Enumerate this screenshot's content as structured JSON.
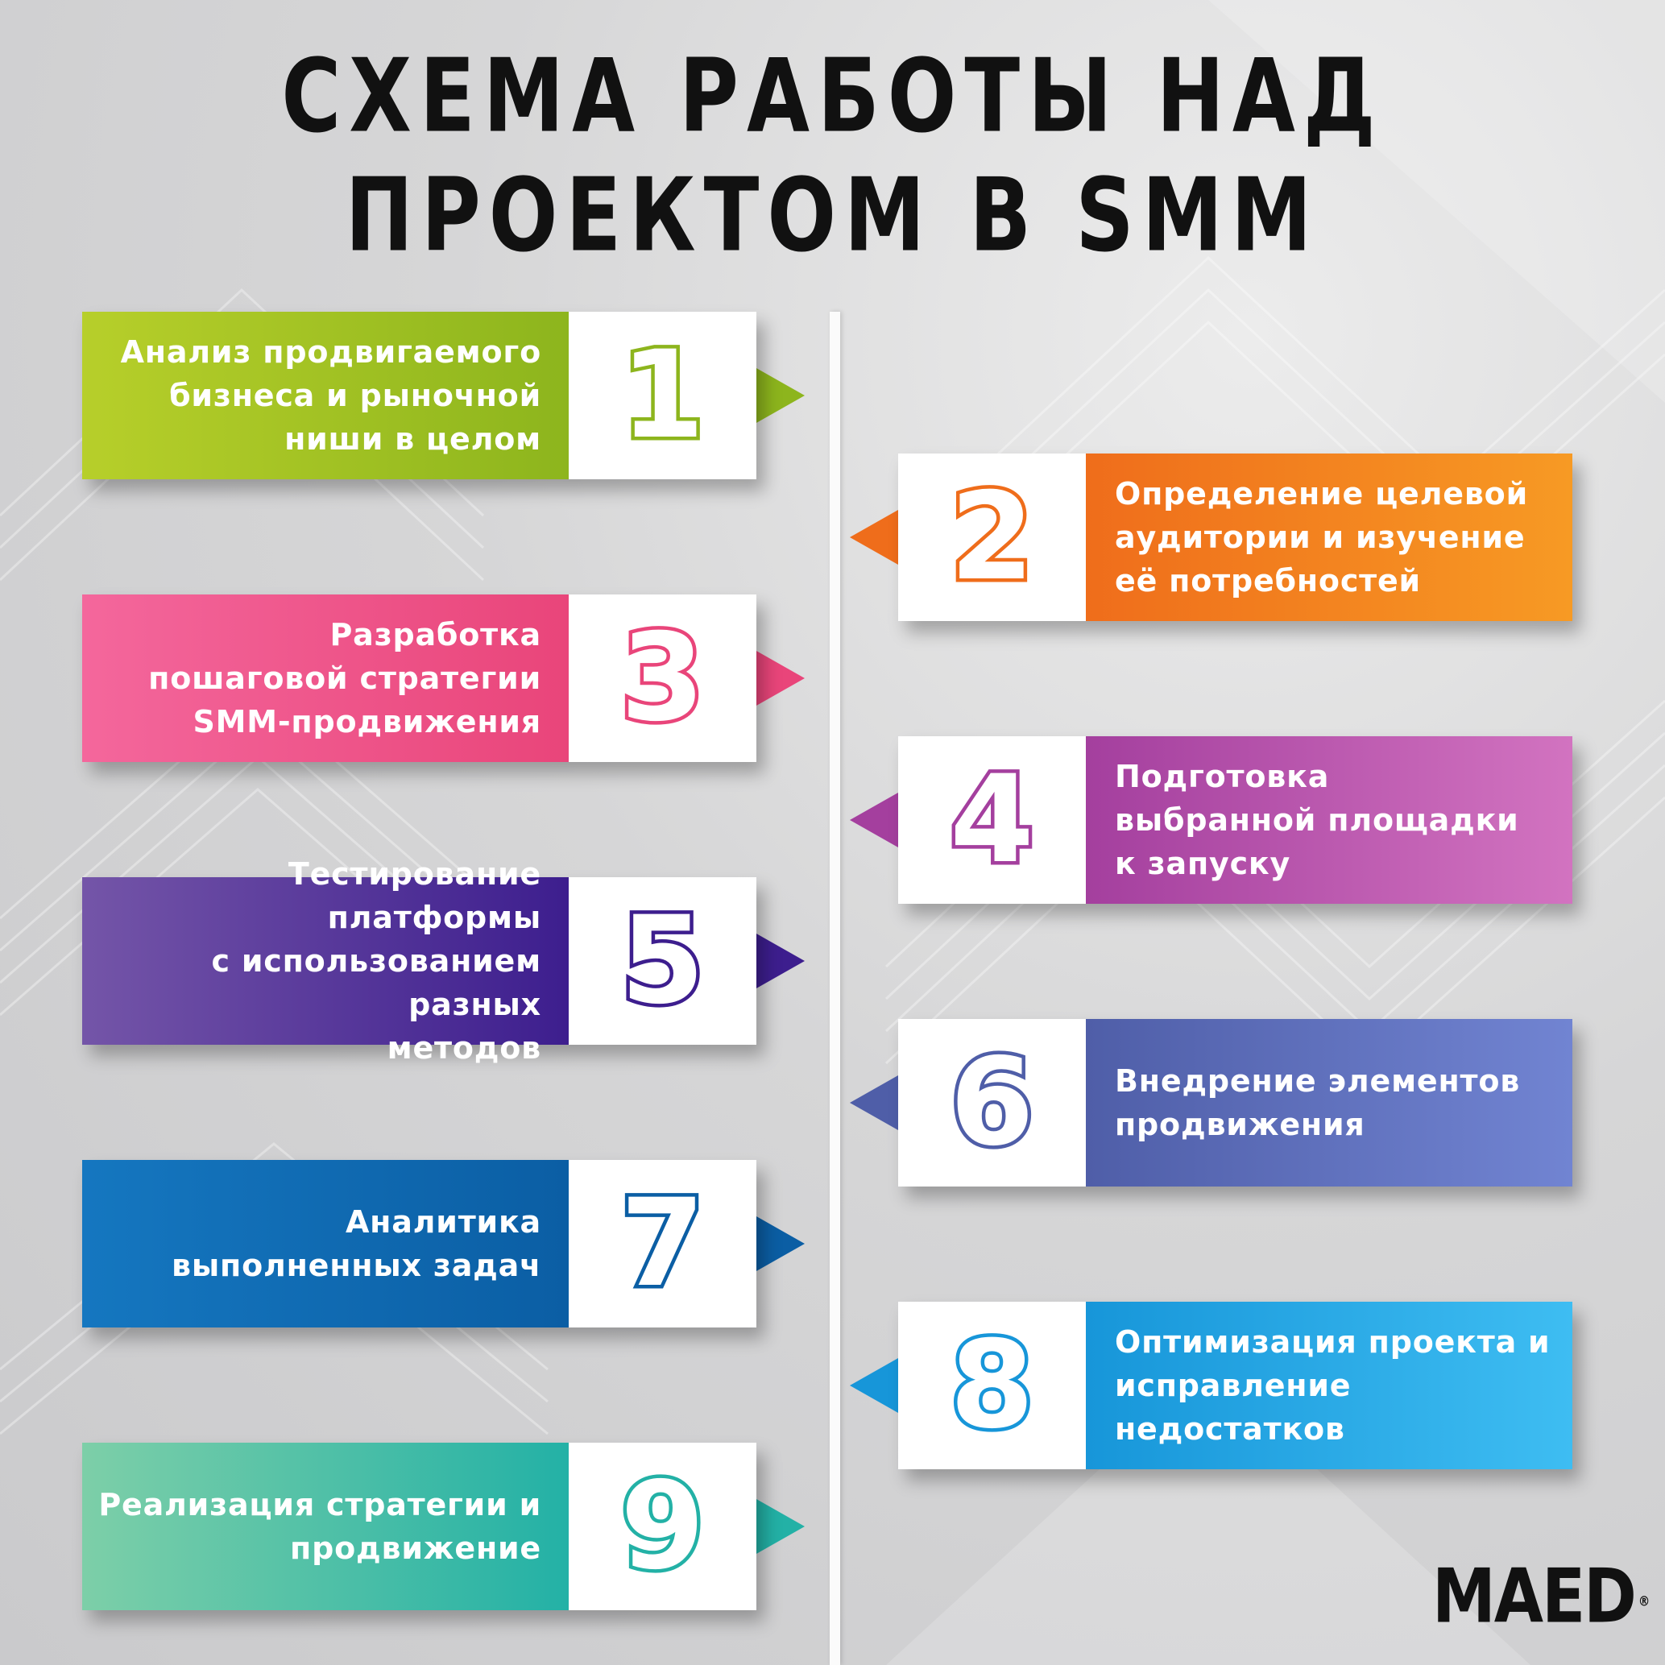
{
  "title": {
    "line1": "СХЕМА РАБОТЫ НАД",
    "line2": "ПРОЕКТОМ В SMM"
  },
  "steps": [
    {
      "number": "1",
      "label": "Анализ продвигаемого\nбизнеса и рыночной\nниши в целом",
      "color_from": "#b7cf2a",
      "color_to": "#8db51d",
      "side": "left"
    },
    {
      "number": "2",
      "label": "Определение целевой\nаудитории и изучение\nеё потребностей",
      "color_from": "#ef6d1b",
      "color_to": "#f79a24",
      "side": "right"
    },
    {
      "number": "3",
      "label": "Разработка\nпошаговой стратегии\nSMM-продвижения",
      "color_from": "#f4679c",
      "color_to": "#e9457a",
      "side": "left"
    },
    {
      "number": "4",
      "label": "Подготовка\nвыбранной площадки\nк запуску",
      "color_from": "#a43f9e",
      "color_to": "#d273c0",
      "side": "right"
    },
    {
      "number": "5",
      "label": "Тестирование платформы\nс использованием разных\nметодов",
      "color_from": "#7455a8",
      "color_to": "#3d1e8e",
      "side": "left"
    },
    {
      "number": "6",
      "label": "Внедрение элементов\nпродвижения",
      "color_from": "#4f5ea8",
      "color_to": "#7184d2",
      "side": "right"
    },
    {
      "number": "7",
      "label": "Аналитика\nвыполненных задач",
      "color_from": "#1577c0",
      "color_to": "#0b5ea4",
      "side": "left"
    },
    {
      "number": "8",
      "label": "Оптимизация проекта и\nисправление недостатков",
      "color_from": "#1796d9",
      "color_to": "#3ebdf2",
      "side": "right"
    },
    {
      "number": "9",
      "label": "Реализация стратегии и\nпродвижение",
      "color_from": "#7dcfa8",
      "color_to": "#23b1a6",
      "side": "left"
    }
  ],
  "logo": {
    "text": "MAED",
    "mark": "®"
  }
}
